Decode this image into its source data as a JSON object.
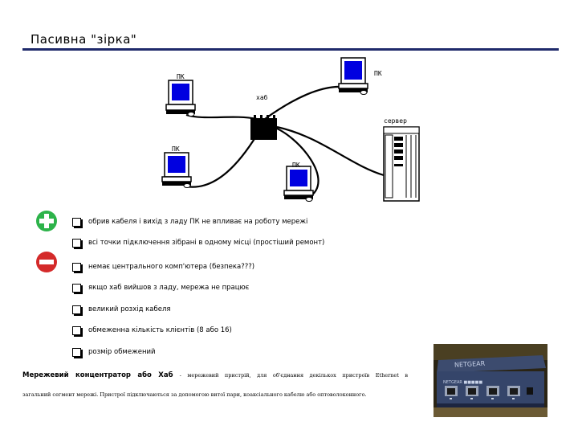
{
  "title": "Пасивна \"зірка\"",
  "diagram": {
    "labels": {
      "pc_top_left": "ПК",
      "pc_top_right": "ПК",
      "hub": "хаб",
      "server": "сервер",
      "pc_bottom_left": "ПК",
      "pc_bottom_mid": "ПК"
    }
  },
  "list": {
    "items": [
      "обрив кабеля і вихід з ладу ПК не впливає на роботу мережі",
      "всі точки підключення зібрані в одному місці (простіший ремонт)",
      "немає центрального комп'ютера (безпека???)",
      "якщо хаб вийшов з ладу, мережа не працює",
      "великий розхід кабеля",
      "обмеженна кількість клієнтів (8 або 16)",
      "розмір обмежений"
    ]
  },
  "definition": {
    "term": "Мережевий концентратор або Хаб",
    "line1_rest": "- мережевий пристрій, для об'єднання декількох пристроїв Ethernet в",
    "line2": "загальний сегмент мережі. Пристрої підключаються за допомогою витої пари, коаксіального кабелю або оптоволоконного."
  },
  "photo": {
    "brand": "NETGEAR",
    "device_label": "NETGEAR ■■■■■"
  },
  "colors": {
    "title_rule": "#1f2a6b",
    "screen": "#0000e0",
    "plus": "#2db34a",
    "minus": "#d42a2a"
  },
  "icons": [
    "plus-icon",
    "minus-icon",
    "checkbox-icon",
    "computer-icon",
    "server-icon",
    "hub-icon"
  ]
}
